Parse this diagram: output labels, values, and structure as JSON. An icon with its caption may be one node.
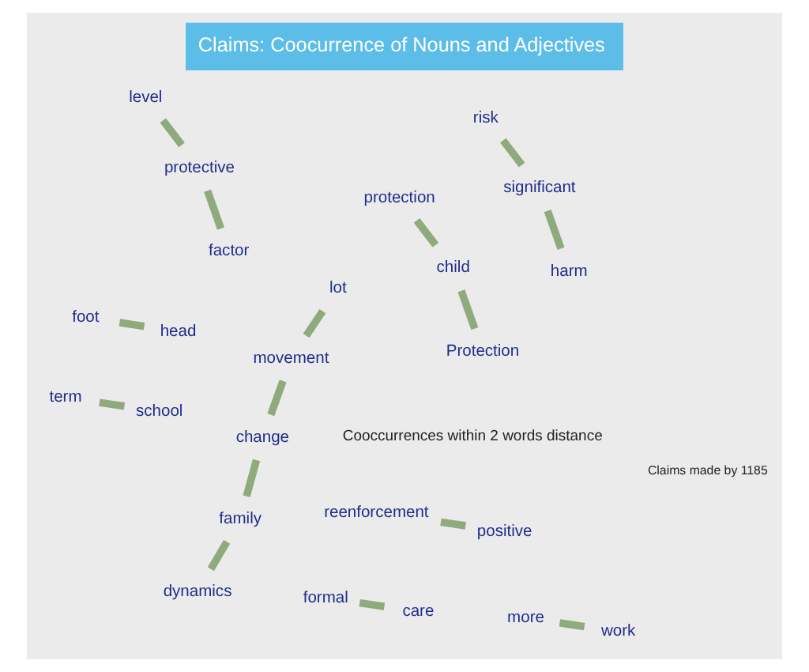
{
  "diagram": {
    "title": "Claims: Coocurrence of Nouns and Adjectives",
    "nodes": [
      {
        "text": [
          "dynamics"
        ]
      },
      {
        "text": [
          "family"
        ]
      },
      {
        "text": [
          "change"
        ]
      },
      {
        "text": [
          "movement"
        ]
      },
      {
        "text": [
          "lot"
        ]
      },
      {
        "text": [
          "reenforcement"
        ]
      },
      {
        "text": [
          "positive"
        ]
      },
      {
        "text": [
          "level"
        ]
      },
      {
        "text": [
          "protective"
        ]
      },
      {
        "text": [
          "factor"
        ]
      },
      {
        "text": [
          "formal"
        ]
      },
      {
        "text": [
          "care"
        ]
      },
      {
        "text": [
          "protection"
        ]
      },
      {
        "text": [
          "child"
        ]
      },
      {
        "text": [
          "Protection"
        ]
      },
      {
        "text": [
          "more"
        ]
      },
      {
        "text": [
          "work"
        ]
      },
      {
        "text": [
          "foot"
        ]
      },
      {
        "text": [
          "head"
        ]
      },
      {
        "text": [
          "term"
        ]
      },
      {
        "text": [
          "school"
        ]
      },
      {
        "text": [
          "risk"
        ]
      },
      {
        "text": [
          "significant"
        ]
      },
      {
        "text": [
          "harm"
        ]
      }
    ],
    "edges": [
      {
        "from": 0,
        "to": 1,
        "arrow": "none"
      },
      {
        "from": 1,
        "to": 2,
        "arrow": "none"
      },
      {
        "from": 2,
        "to": 3,
        "arrow": "none"
      },
      {
        "from": 3,
        "to": 4,
        "arrow": "none"
      },
      {
        "from": 5,
        "to": 6,
        "arrow": "none"
      },
      {
        "from": 7,
        "to": 8,
        "arrow": "none"
      },
      {
        "from": 8,
        "to": 9,
        "arrow": "none"
      },
      {
        "from": 10,
        "to": 11,
        "arrow": "none"
      },
      {
        "from": 12,
        "to": 13,
        "arrow": "none"
      },
      {
        "from": 13,
        "to": 14,
        "arrow": "none"
      },
      {
        "from": 15,
        "to": 16,
        "arrow": "none"
      },
      {
        "from": 17,
        "to": 18,
        "arrow": "none"
      },
      {
        "from": 19,
        "to": 20,
        "arrow": "none"
      },
      {
        "from": 21,
        "to": 22,
        "arrow": "none"
      },
      {
        "from": 22,
        "to": 23,
        "arrow": "none"
      }
    ],
    "labels": [
      "Cooccurrences within 2 words distance",
      "Claims made by 1185"
    ]
  }
}
